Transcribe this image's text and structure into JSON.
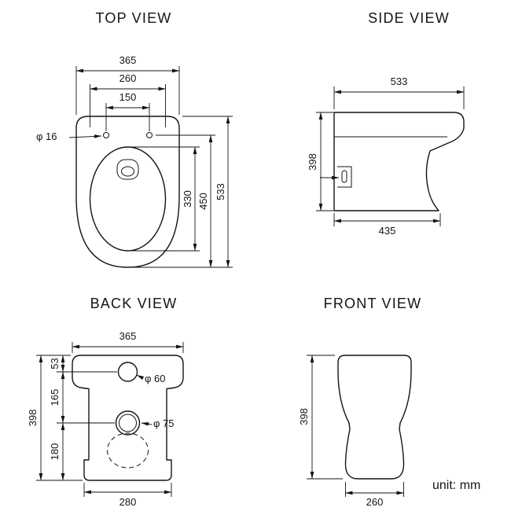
{
  "page": {
    "unit_label": "unit: mm",
    "ink_color": "#141414",
    "background_color": "#ffffff"
  },
  "top_view": {
    "title": "TOP VIEW",
    "dim_overall_width": "365",
    "dim_seat_width": "260",
    "dim_hinge_hole_spacing": "150",
    "dim_hinge_hole_diameter": "φ 16",
    "dim_bowl_opening_length": "330",
    "dim_seat_length": "450",
    "dim_overall_depth": "533"
  },
  "side_view": {
    "title": "SIDE VIEW",
    "dim_overall_depth": "533",
    "dim_height": "398",
    "dim_base_depth": "435"
  },
  "back_view": {
    "title": "BACK VIEW",
    "dim_overall_width": "365",
    "dim_top_to_inlet_center": "53",
    "dim_inlet_to_outlet_center": "165",
    "dim_outlet_center_to_floor": "180",
    "dim_height": "398",
    "dim_inlet_diameter": "φ 60",
    "dim_outlet_diameter": "φ 75",
    "dim_base_width": "280"
  },
  "front_view": {
    "title": "FRONT VIEW",
    "dim_height": "398",
    "dim_base_width": "260"
  }
}
